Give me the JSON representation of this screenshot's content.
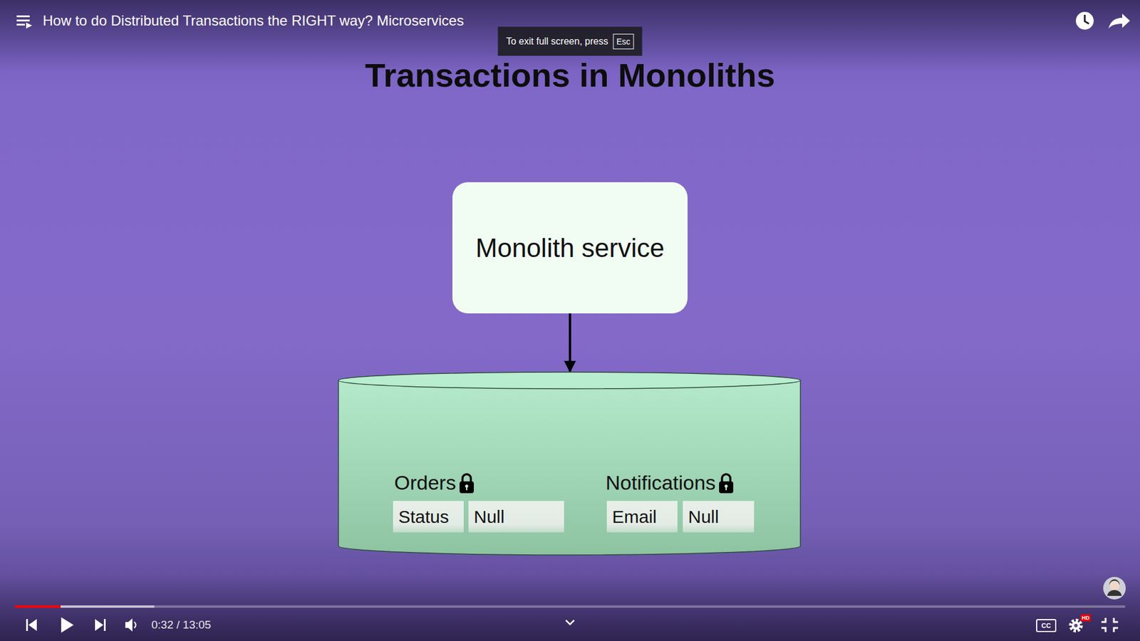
{
  "diagram": {
    "title": "Transactions in Monoliths",
    "nodes": [
      {
        "text": [
          "Monolith service"
        ]
      },
      {
        "text": []
      },
      {
        "text": [
          "Status"
        ],
        "in": 1
      },
      {
        "text": [
          "Null"
        ],
        "in": 1
      },
      {
        "text": [
          "Email"
        ],
        "in": 1
      },
      {
        "text": [
          "Null"
        ],
        "in": 1
      }
    ],
    "edges": [
      {
        "from": 0,
        "to": 1,
        "arrow": "to"
      }
    ],
    "labels": [
      "How to do Distributed Transactions the RIGHT way? Microservices",
      "To exit full screen, press",
      "Esc",
      "Orders",
      "Notifications",
      "0:32 / 13:05",
      "CC",
      "HD"
    ]
  }
}
